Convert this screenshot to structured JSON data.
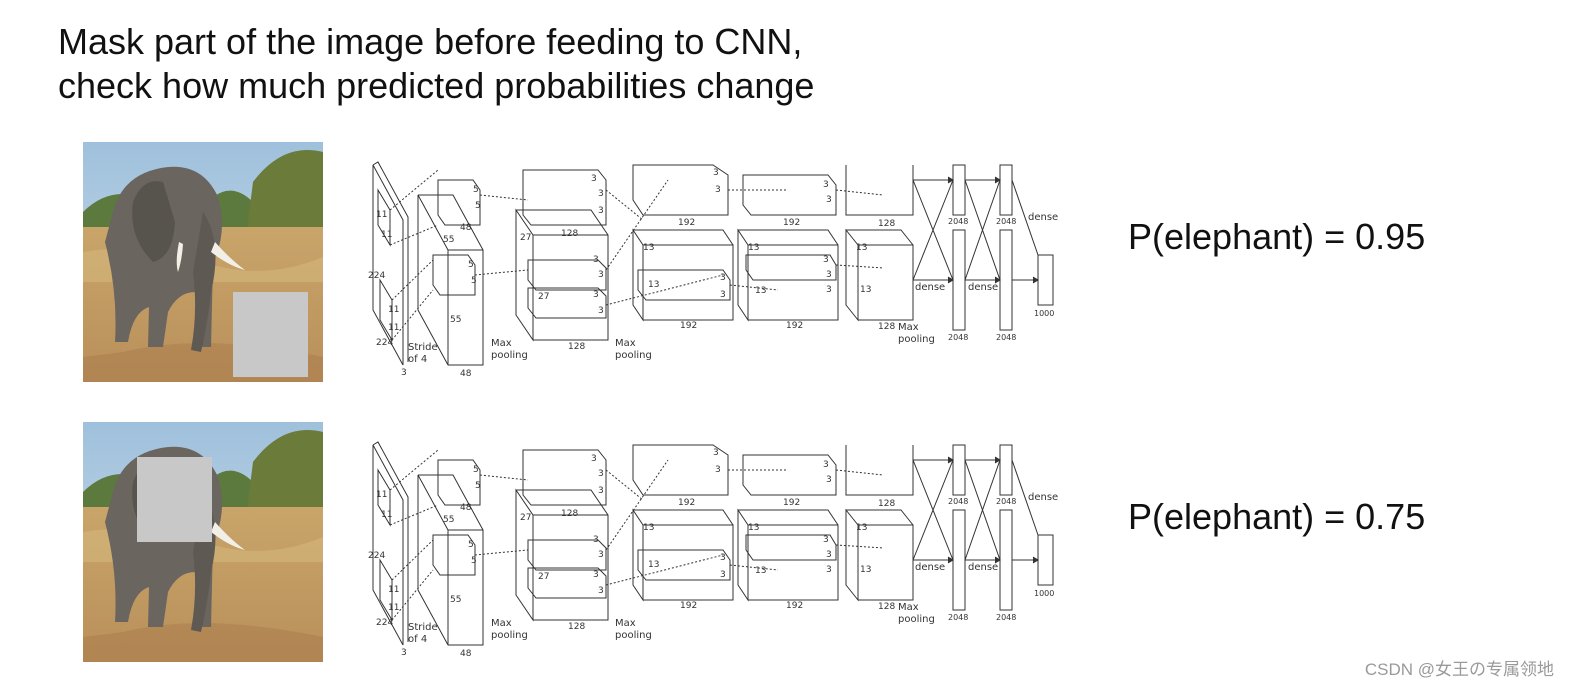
{
  "title": {
    "line1": "Mask part of the image before feeding to CNN,",
    "line2": "check how much predicted probabilities change"
  },
  "rows": [
    {
      "probability": "P(elephant) = 0.95",
      "mask_region": "lower-right"
    },
    {
      "probability": "P(elephant) = 0.75",
      "mask_region": "head"
    }
  ],
  "network": {
    "input_size": "224",
    "kernel": "11",
    "stride_text_1": "Stride",
    "stride_text_2": "of 4",
    "channels_in": "3",
    "conv1_size": "55",
    "conv1_depth": "48",
    "kernel2": "5",
    "conv2_size": "27",
    "conv2_depth": "128",
    "kernel3": "3",
    "conv3_size": "13",
    "conv3_depth": "192",
    "conv5_depth": "128",
    "max_pooling_1": "Max",
    "max_pooling_2": "pooling",
    "dense_label": "dense",
    "fc_size": "2048",
    "output_size": "1000"
  },
  "watermark": "CSDN @女王の专属领地",
  "colors": {
    "mask": "#c8c8c8",
    "line": "#333333",
    "text": "#111111"
  }
}
